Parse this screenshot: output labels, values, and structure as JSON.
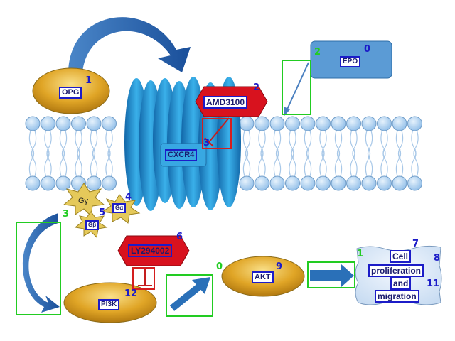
{
  "labels": {
    "opg": "OPG",
    "epo": "EPO",
    "amd3100": "AMD3100",
    "cxcr4": "CXCR4",
    "g_gamma": "Gγ",
    "g_alpha": "Gα",
    "g_beta": "Gβ",
    "ly294002": "LY294002",
    "pi3k": "PI3K",
    "akt": "AKT",
    "outcome": [
      "Cell",
      "proliferation",
      "and",
      "migration"
    ]
  },
  "markers": {
    "m0": "0",
    "m1": "1",
    "m2": "2",
    "m3": "3",
    "m4": "4",
    "m5": "5",
    "m6": "6",
    "m7": "7",
    "m8": "8",
    "m9": "9",
    "m11": "11",
    "m12": "12",
    "g2": "2",
    "g3": "3",
    "g0": "0",
    "g1": "1"
  },
  "colors": {
    "gold": "#e0a526",
    "blue_receptor": "#2a9ad6",
    "red_inhibitor": "#d8121e",
    "epo_box": "#5b9bd5",
    "annotation_green": "#22cc22",
    "annotation_blue": "#1c1cc8"
  }
}
